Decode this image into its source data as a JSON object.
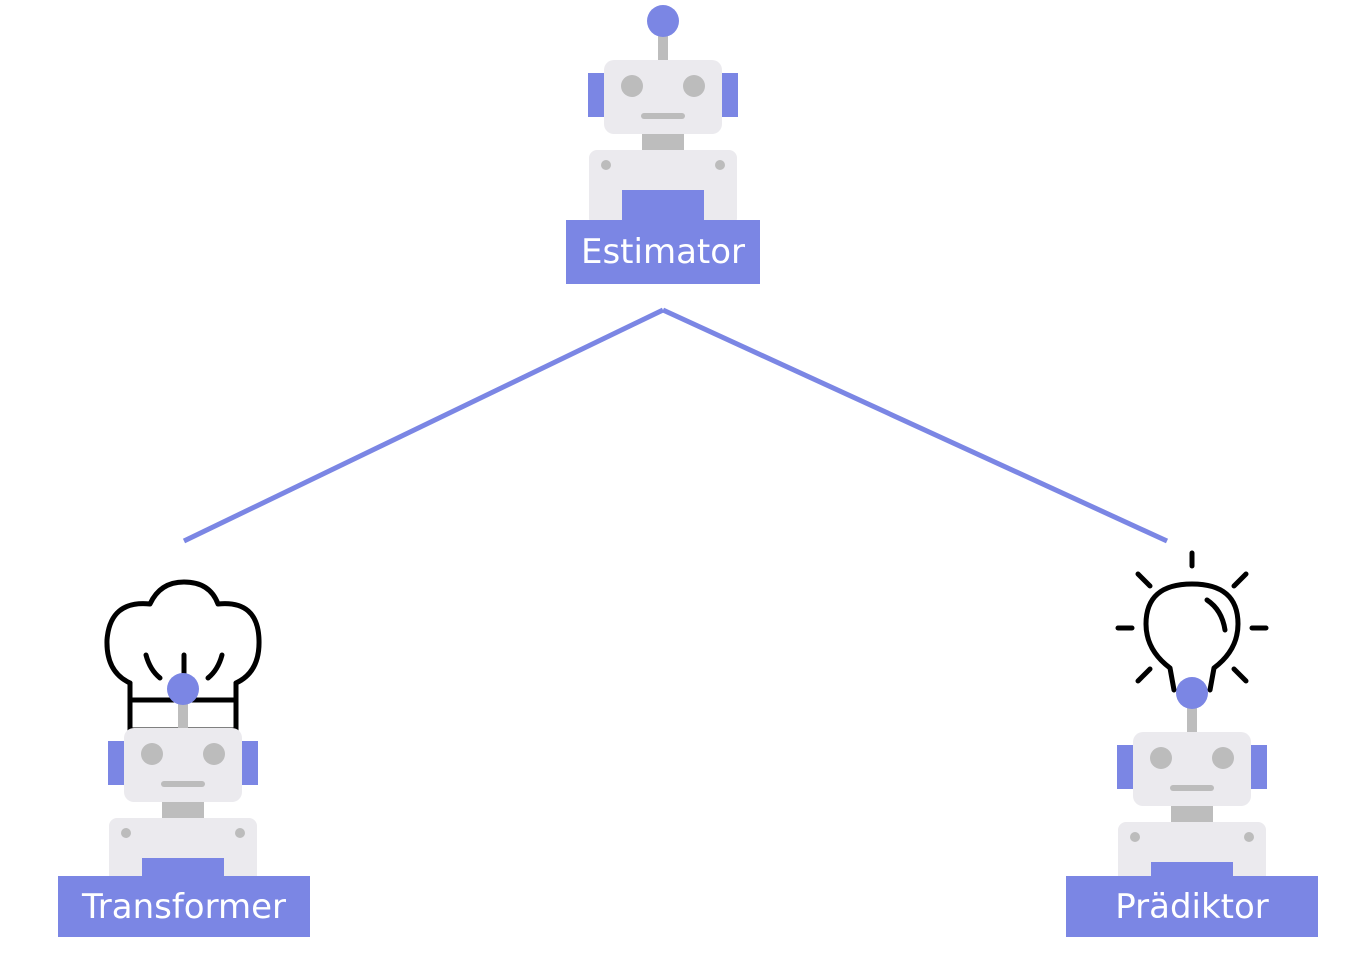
{
  "colors": {
    "accent": "#7b86e4",
    "robot_body": "#ebeaee",
    "robot_gray": "#bdbdbd",
    "robot_eye": "#bcbcbc",
    "outline_icon": "#000000",
    "label_text": "#ffffff"
  },
  "nodes": {
    "estimator": {
      "label": "Estimator"
    },
    "transformer": {
      "label": "Transformer",
      "icon": "chef-hat-icon"
    },
    "predictor": {
      "label": "Prädiktor",
      "icon": "lightbulb-icon"
    }
  }
}
